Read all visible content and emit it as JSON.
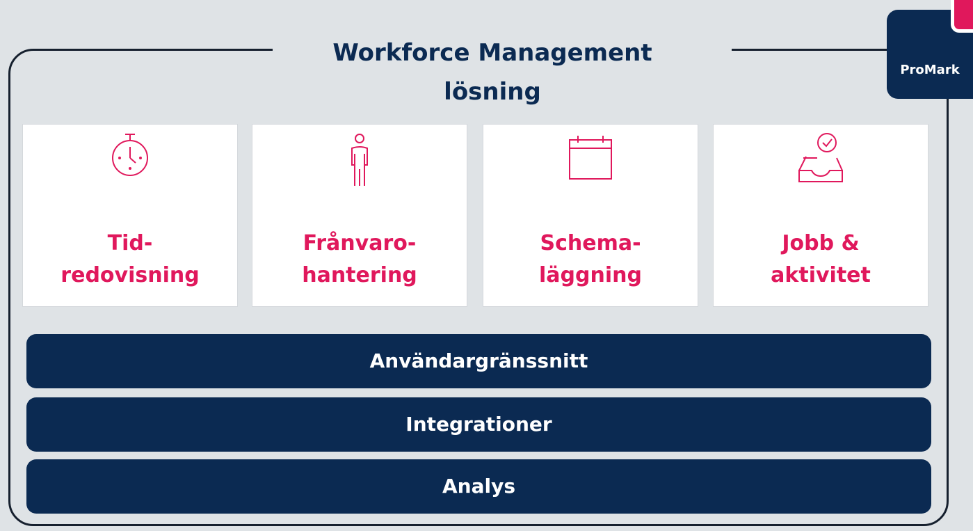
{
  "title": {
    "line1": "Workforce Management",
    "line2": "lösning"
  },
  "logo": {
    "text": "ProMark",
    "colors": {
      "primary": "#0b2a52",
      "accent": "#e0185c"
    }
  },
  "cards": [
    {
      "icon": "stopwatch-icon",
      "line1": "Tid-",
      "line2": "redovisning"
    },
    {
      "icon": "person-icon",
      "line1": "Frånvaro-",
      "line2": "hantering"
    },
    {
      "icon": "calendar-icon",
      "line1": "Schema-",
      "line2": "läggning"
    },
    {
      "icon": "inbox-check-icon",
      "line1": "Jobb &",
      "line2": "aktivitet"
    }
  ],
  "layers": [
    "Användargränssnitt",
    "Integrationer",
    "Analys"
  ],
  "colors": {
    "navy": "#0b2a52",
    "pink": "#e0185c",
    "background": "#dfe3e6"
  }
}
